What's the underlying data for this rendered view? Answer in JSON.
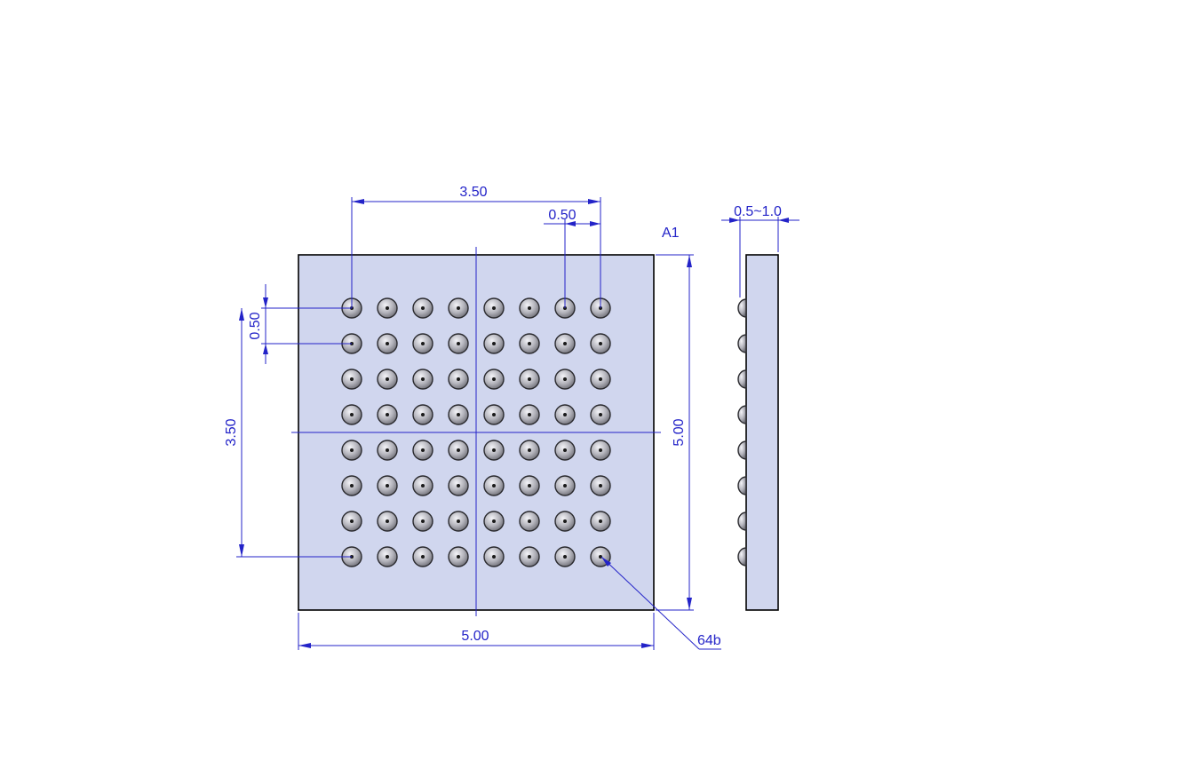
{
  "drawing": {
    "labels": {
      "top_pitch_span": "3.50",
      "top_pitch": "0.50",
      "left_pitch": "0.50",
      "left_pitch_span": "3.50",
      "bottom_width": "5.00",
      "right_height": "5.00",
      "side_thickness": "0.5~1.0",
      "pin_one": "A1",
      "ball_count": "64b"
    },
    "grid": {
      "rows": 8,
      "cols": 8
    },
    "colors": {
      "dimension": "#2323c8",
      "package_fill": "#d0d6ee",
      "outline": "#000000",
      "ball_fill": "#8e8e96"
    }
  }
}
